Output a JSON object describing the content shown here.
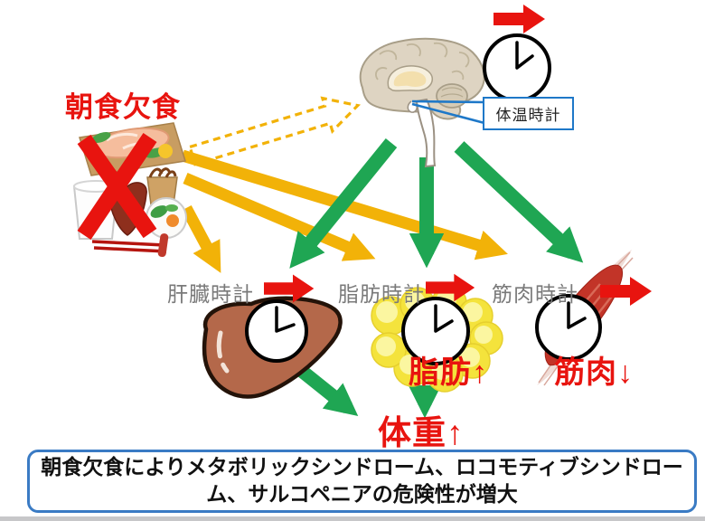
{
  "title": "朝食欠食",
  "brain_callout": "体温時計",
  "clocks": {
    "liver": {
      "label": "肝臓時計"
    },
    "fat": {
      "label": "脂肪時計",
      "effect": "脂肪↑"
    },
    "muscle": {
      "label": "筋肉時計",
      "effect": "筋肉↓"
    }
  },
  "outcome": "体重↑",
  "conclusion": "朝食欠食によりメタボリックシンドローム、ロコモティブシンドローム、サルコペニアの危険性が増大",
  "colors": {
    "accent_red": "#e8140f",
    "arrow_yellow": "#f2b208",
    "arrow_green": "#1fa653",
    "label_gray": "#7a7a7a",
    "callout_blue": "#1e78c8",
    "box_border_blue": "#3a7bc4"
  },
  "icons": {
    "breakfast": "breakfast-tray-illustration",
    "cross": "cross-mark-icon",
    "brain": "brain-illustration",
    "clock": "analog-clock-icon",
    "liver": "liver-illustration",
    "fat": "fat-cells-illustration",
    "muscle": "muscle-illustration"
  }
}
